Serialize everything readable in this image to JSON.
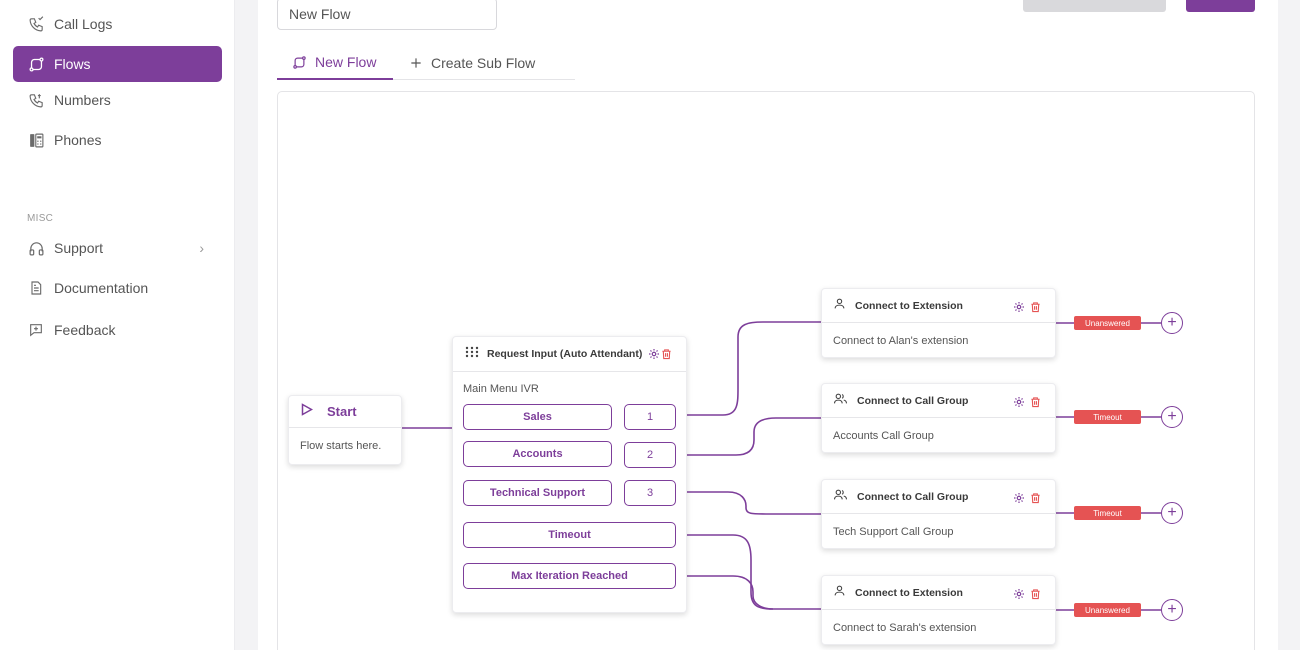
{
  "sidebar": {
    "items": [
      {
        "label": "Call Logs",
        "icon": "call-logs-icon"
      },
      {
        "label": "Flows",
        "icon": "flows-icon"
      },
      {
        "label": "Numbers",
        "icon": "numbers-icon"
      },
      {
        "label": "Phones",
        "icon": "phones-icon"
      }
    ],
    "misc_label": "MISC",
    "misc_items": [
      {
        "label": "Support",
        "icon": "headphones-icon"
      },
      {
        "label": "Documentation",
        "icon": "document-icon"
      },
      {
        "label": "Feedback",
        "icon": "feedback-icon"
      }
    ]
  },
  "header": {
    "flow_name_value": "New Flow"
  },
  "tabs": [
    {
      "label": "New Flow",
      "icon": "flows-icon"
    },
    {
      "label": "Create Sub Flow",
      "icon": "plus-icon"
    }
  ],
  "canvas": {
    "start": {
      "title": "Start",
      "subtitle": "Flow starts here."
    },
    "ivr": {
      "title": "Request Input (Auto Attendant)",
      "menu_label": "Main Menu IVR",
      "options": [
        {
          "label": "Sales",
          "key": "1"
        },
        {
          "label": "Accounts",
          "key": "2"
        },
        {
          "label": "Technical Support",
          "key": "3"
        },
        {
          "label": "Timeout"
        },
        {
          "label": "Max Iteration Reached"
        }
      ]
    },
    "destinations": [
      {
        "title": "Connect to Extension",
        "subtitle": "Connect to Alan's extension",
        "badge": "Unanswered",
        "icon": "person-icon"
      },
      {
        "title": "Connect to Call Group",
        "subtitle": "Accounts Call Group",
        "badge": "Timeout",
        "icon": "group-icon"
      },
      {
        "title": "Connect to Call Group",
        "subtitle": "Tech Support Call Group",
        "badge": "Timeout",
        "icon": "group-icon"
      },
      {
        "title": "Connect to Extension",
        "subtitle": "Connect to Sarah's extension",
        "badge": "Unanswered",
        "icon": "person-icon"
      }
    ]
  },
  "colors": {
    "accent": "#7d3e9a",
    "danger": "#e55353"
  }
}
